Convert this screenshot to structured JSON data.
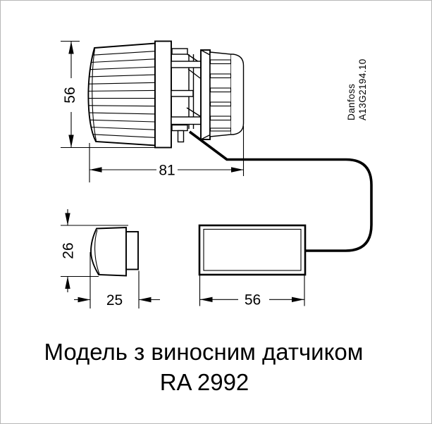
{
  "drawing": {
    "brand": {
      "name": "Danfoss",
      "code": "A13G2194.10"
    },
    "dimensions": {
      "head_height": "56",
      "head_length": "81",
      "sensor_height": "26",
      "sensor_depth": "25",
      "sensor_width": "56"
    },
    "caption": {
      "line1": "Модель з виносним датчиком",
      "line2": "RA 2992"
    },
    "colors": {
      "line": "#000000",
      "background": "#ffffff",
      "frame": "#b7b7b7"
    }
  }
}
